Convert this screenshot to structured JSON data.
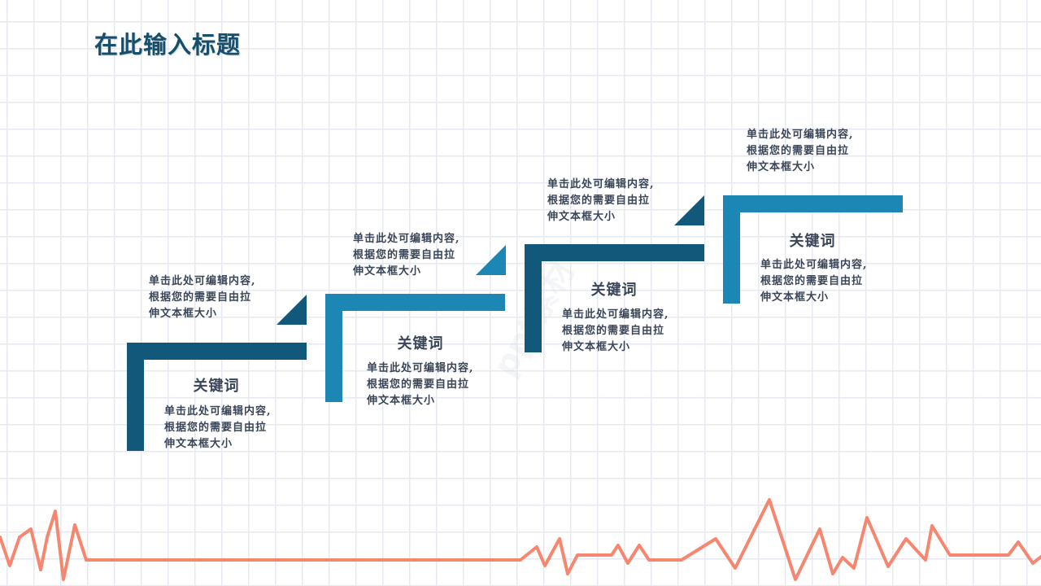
{
  "title": "在此输入标题",
  "watermark": "ppt素材",
  "steps": [
    {
      "keyword": "关键词",
      "top_text": "单击此处可编辑内容,\n根据您的需要自由拉\n伸文本框大小",
      "body_text": "单击此处可编辑内容,\n根据您的需要自由拉\n伸文本框大小",
      "color": "#12587a"
    },
    {
      "keyword": "关键词",
      "top_text": "单击此处可编辑内容,\n根据您的需要自由拉\n伸文本框大小",
      "body_text": "单击此处可编辑内容,\n根据您的需要自由拉\n伸文本框大小",
      "color": "#1c87b4"
    },
    {
      "keyword": "关键词",
      "top_text": "单击此处可编辑内容,\n根据您的需要自由拉\n伸文本框大小",
      "body_text": "单击此处可编辑内容,\n根据您的需要自由拉\n伸文本框大小",
      "color": "#12587a"
    },
    {
      "keyword": "关键词",
      "top_text": "单击此处可编辑内容,\n根据您的需要自由拉\n伸文本框大小",
      "body_text": "单击此处可编辑内容,\n根据您的需要自由拉\n伸文本框大小",
      "color": "#1c87b4"
    }
  ],
  "colors": {
    "dark_blue": "#12587a",
    "light_blue": "#1c87b4",
    "ecg_line": "#f7866f",
    "grid": "#e6e9f1",
    "text": "#3a4658"
  }
}
